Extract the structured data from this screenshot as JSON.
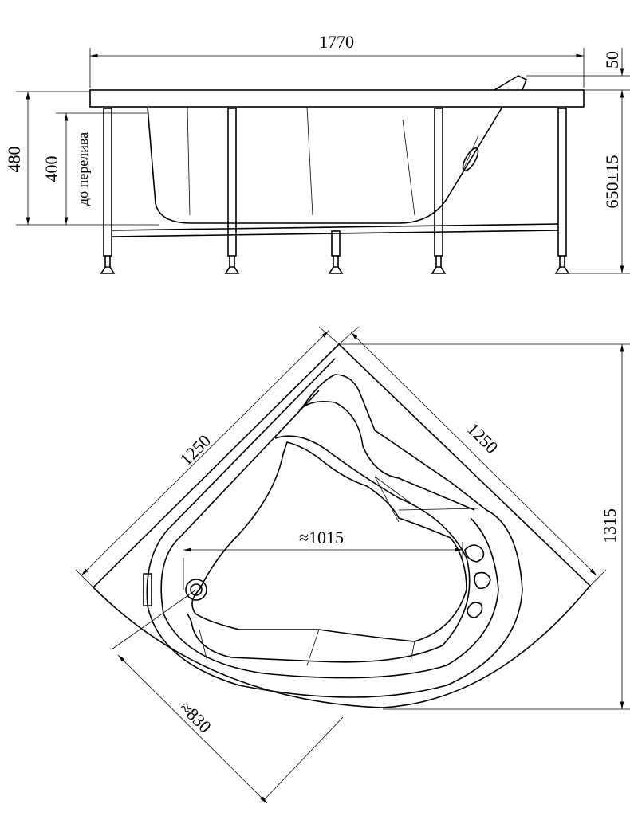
{
  "side_view": {
    "width_label": "1770",
    "rim_label": "50",
    "total_height_label": "650±15",
    "depth_label": "480",
    "overflow_depth_label": "400",
    "overflow_note": "до перелива"
  },
  "top_view": {
    "left_side_label": "1250",
    "right_side_label": "1250",
    "depth_label": "1315",
    "inner_length_label": "≈1015",
    "inner_width_label": "≈830"
  }
}
